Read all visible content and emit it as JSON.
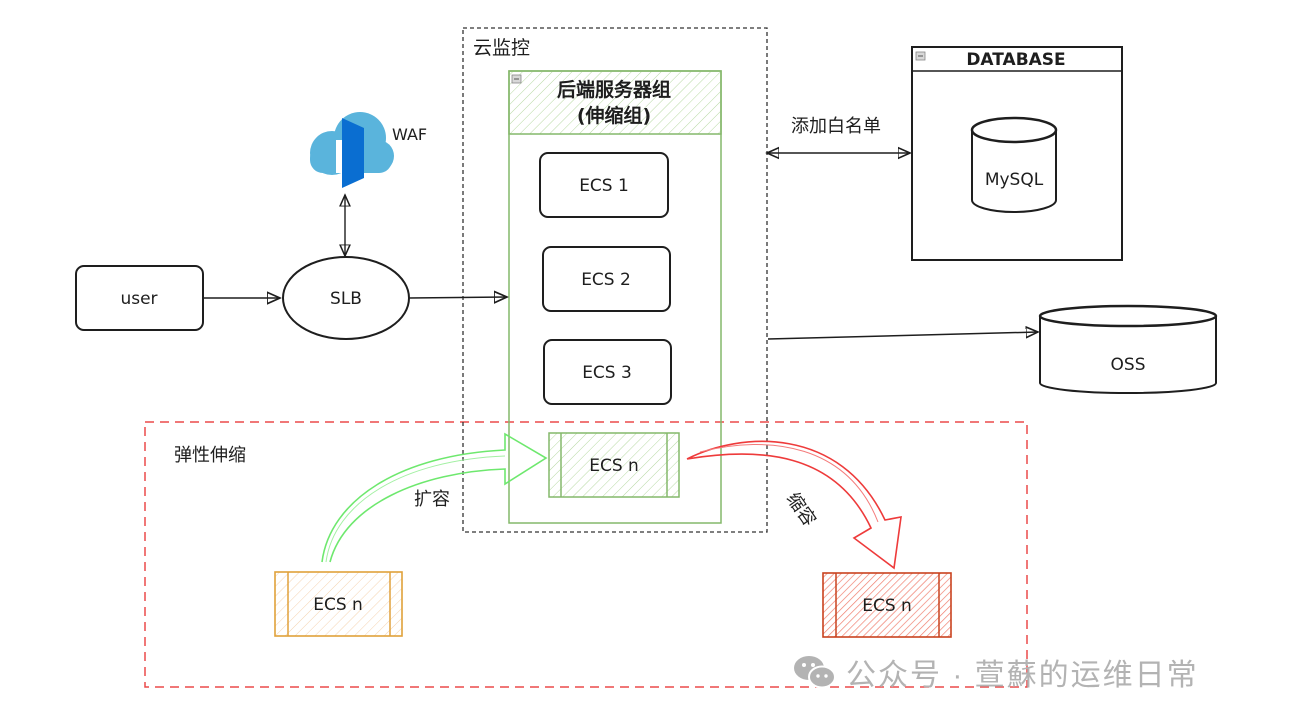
{
  "diagram": {
    "cloud_monitor": {
      "label": "云监控"
    },
    "backend_group": {
      "title_line1": "后端服务器组",
      "title_line2": "(伸缩组)"
    },
    "ecs_nodes": [
      {
        "label": "ECS 1"
      },
      {
        "label": "ECS 2"
      },
      {
        "label": "ECS 3"
      }
    ],
    "ecs_scaling_target": {
      "label": "ECS n",
      "color": "#70ad47"
    },
    "ecs_scale_out_source": {
      "label": "ECS n",
      "color": "#e0a13a"
    },
    "ecs_scale_in_target": {
      "label": "ECS n",
      "color": "#d5412a"
    },
    "waf": {
      "label": "WAF",
      "cloud_color": "#5ab4dc",
      "door_color": "#0a6ed1"
    },
    "user": {
      "label": "user"
    },
    "slb": {
      "label": "SLB"
    },
    "database": {
      "title": "DATABASE",
      "db_label": "MySQL"
    },
    "whitelist_edge": {
      "label": "添加白名单"
    },
    "oss": {
      "label": "OSS"
    },
    "autoscaling_zone": {
      "label": "弹性伸缩",
      "color": "#e83a3a"
    },
    "scale_out": {
      "label": "扩容",
      "color": "#6ee86e"
    },
    "scale_in": {
      "label": "缩容",
      "color": "#ee3b3b"
    }
  },
  "watermark": {
    "icon": "wechat-icon",
    "text": "公众号 · 萱蘇的运维日常"
  }
}
